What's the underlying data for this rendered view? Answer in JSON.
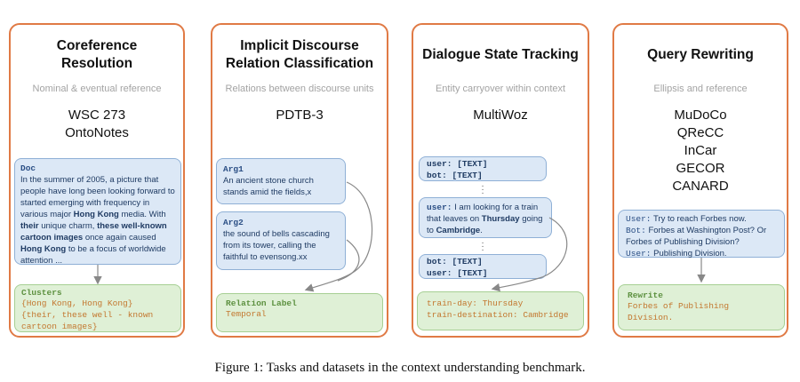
{
  "panels": [
    {
      "title_line1": "Coreference",
      "title_line2": "Resolution",
      "subtitle": "Nominal & eventual reference",
      "datasets": [
        "WSC 273",
        "OntoNotes"
      ],
      "input_tag": "Doc",
      "doc_segments": [
        {
          "text": "In the summer of 2005, a picture that people have long been looking forward to started emerging with frequency in various major ",
          "bold": false
        },
        {
          "text": "Hong Kong",
          "bold": true
        },
        {
          "text": " media. With ",
          "bold": false
        },
        {
          "text": "their",
          "bold": true
        },
        {
          "text": " unique charm, ",
          "bold": false
        },
        {
          "text": "these well-known cartoon images",
          "bold": true
        },
        {
          "text": " once again caused ",
          "bold": false
        },
        {
          "text": "Hong Kong",
          "bold": true
        },
        {
          "text": " to be a focus of worldwide attention ...",
          "bold": false
        }
      ],
      "output_tag": "Clusters",
      "output_lines": [
        "{Hong Kong, Hong Kong}",
        "{their, these well - known cartoon images}"
      ]
    },
    {
      "title_line1": "Implicit Discourse",
      "title_line2": "Relation Classification",
      "subtitle": "Relations between discourse units",
      "datasets": [
        "PDTB-3"
      ],
      "arg1_tag": "Arg1",
      "arg1_text": "An ancient stone church stands amid the fields,x",
      "arg2_tag": "Arg2",
      "arg2_text": "the sound of bells cascading from its tower, calling the faithful to evensong.xx",
      "output_tag": "Relation Label",
      "output_value": "Temporal"
    },
    {
      "title": "Dialogue State Tracking",
      "subtitle": "Entity carryover within context",
      "datasets": [
        "MultiWoz"
      ],
      "turn_top": {
        "user": "user: [TEXT]",
        "bot": "bot: [TEXT]"
      },
      "user_label": "user:",
      "user_text_pre": "I am looking for a train that leaves on ",
      "user_text_bold1": "Thursday",
      "user_text_mid": " going to ",
      "user_text_bold2": "Cambridge",
      "user_text_end": ".",
      "turn_bottom": {
        "bot": "bot: [TEXT]",
        "user": "user: [TEXT]"
      },
      "output_lines": [
        "train-day: Thursday",
        "train-destination: Cambridge"
      ]
    },
    {
      "title": "Query Rewriting",
      "subtitle": "Ellipsis and reference",
      "datasets": [
        "MuDoCo",
        "QReCC",
        "InCar",
        "GECOR",
        "CANARD"
      ],
      "dialogue": [
        {
          "speaker": "User:",
          "text": "Try to reach Forbes now."
        },
        {
          "speaker": "Bot:",
          "text": "Forbes at Washington Post? Or Forbes of Publishing Division?"
        },
        {
          "speaker": "User:",
          "text": "Publishing Division."
        }
      ],
      "output_tag": "Rewrite",
      "output_value": "Forbes of Publishing Division."
    }
  ],
  "caption": "Figure 1: Tasks and datasets in the context understanding benchmark.",
  "colors": {
    "panel_border": "#e07a45",
    "blue_fill": "#dce8f6",
    "green_fill": "#dff0d6",
    "output_text": "#c3772f"
  }
}
